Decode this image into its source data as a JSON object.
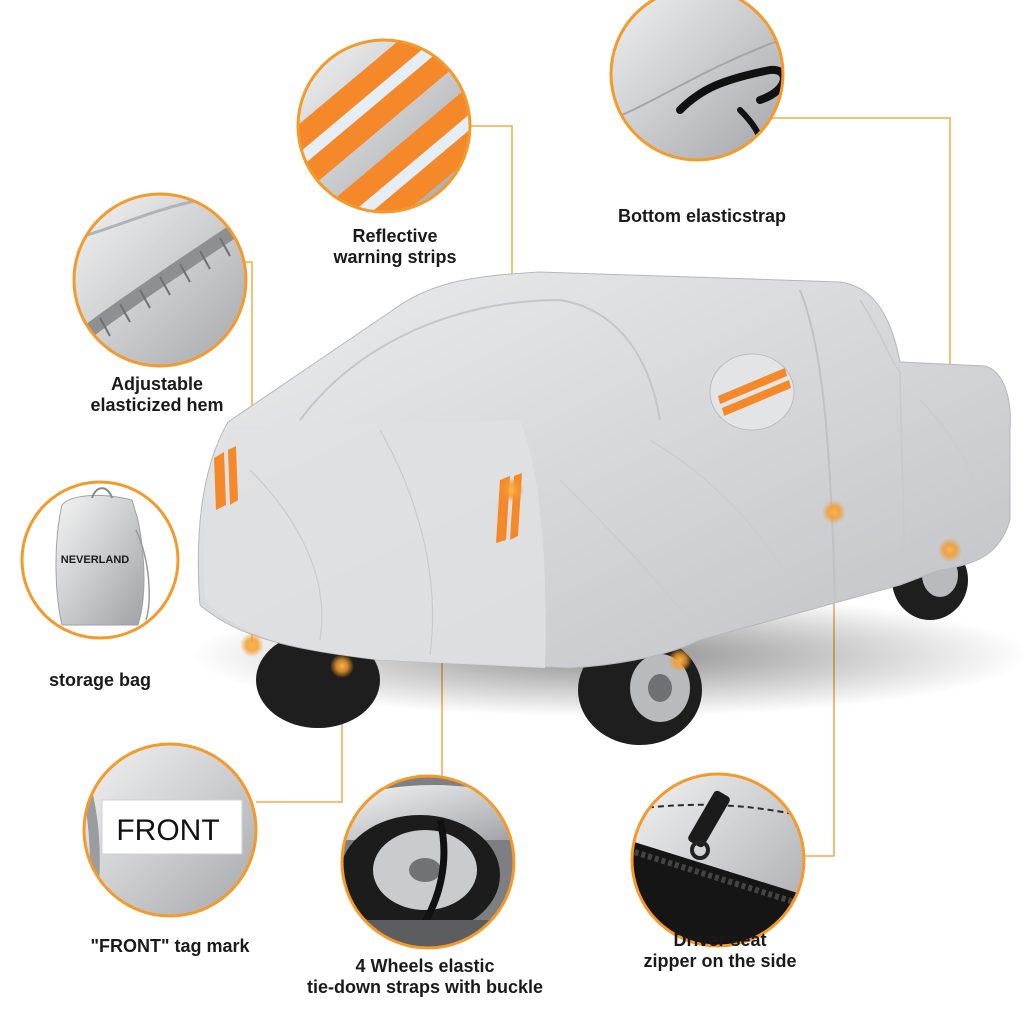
{
  "callouts": {
    "reflective": {
      "line1": "Reflective",
      "line2": "warning strips"
    },
    "bottom_strap": {
      "line1": "Bottom elasticstrap"
    },
    "hem": {
      "line1": "Adjustable",
      "line2": "elasticized hem"
    },
    "storage_bag": {
      "line1": "storage bag"
    },
    "front_tag": {
      "line1": "\"FRONT\" tag mark"
    },
    "wheel_straps": {
      "line1": "4 Wheels elastic",
      "line2": "tie-down straps with buckle"
    },
    "zipper": {
      "line1": "Driver seat",
      "line2": "zipper on the side"
    }
  },
  "tags": {
    "front_tag_text": "FRONT",
    "bag_brand": "NEVERLAND"
  },
  "icons": [
    "reflective-strip-icon",
    "elastic-strap-icon",
    "elastic-hem-icon",
    "storage-bag-icon",
    "front-tag-icon",
    "wheel-strap-icon",
    "zipper-icon"
  ],
  "colors": {
    "accent": "#f39a2b",
    "reflective_orange": "#f5892a",
    "fabric": "#d8d9db",
    "text": "#1a1a1a"
  }
}
